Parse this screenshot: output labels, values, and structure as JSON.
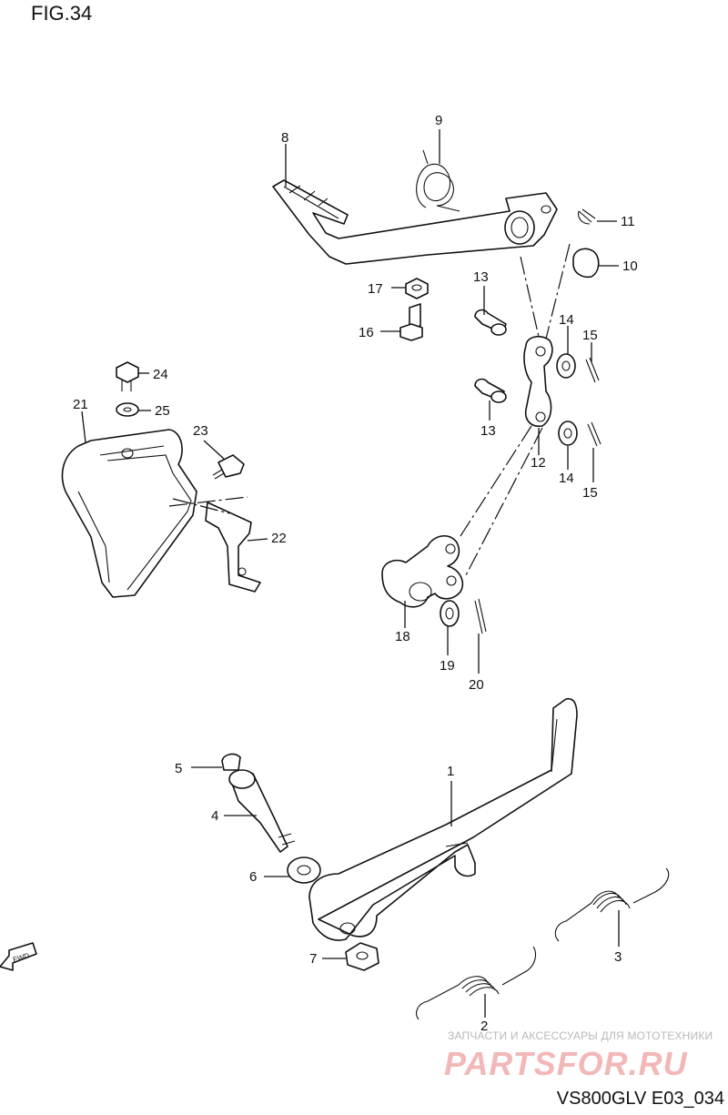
{
  "header": {
    "fig_title": "FIG.34"
  },
  "footer": {
    "model_code": "VS800GLV E03_034"
  },
  "watermark": {
    "line1": "ЗАПЧАСТИ И АКСЕССУАРЫ ДЛЯ МОТОТЕХНИКИ",
    "logo": "PARTSFOR.RU"
  },
  "direction_badge": "FWD",
  "callouts": [
    "1",
    "2",
    "3",
    "4",
    "5",
    "6",
    "7",
    "8",
    "9",
    "10",
    "11",
    "12",
    "13",
    "13",
    "14",
    "14",
    "15",
    "15",
    "16",
    "17",
    "18",
    "19",
    "20",
    "21",
    "22",
    "23",
    "24",
    "25"
  ]
}
